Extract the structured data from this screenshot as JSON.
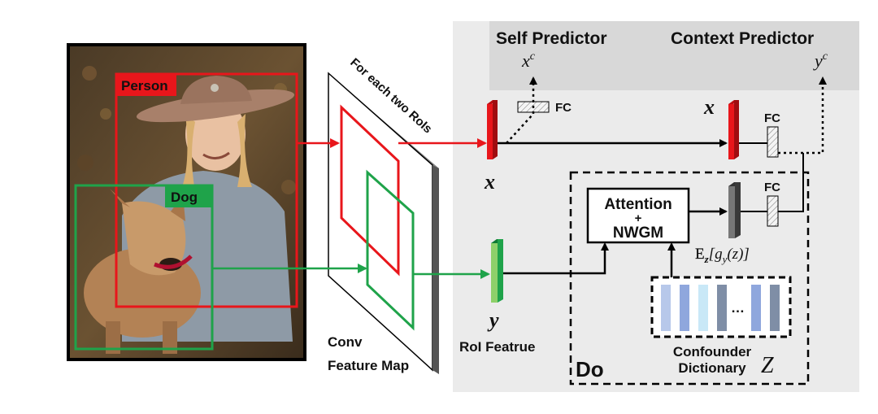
{
  "photo": {
    "person_label": "Person",
    "dog_label": "Dog"
  },
  "conv": {
    "rois_label": "For each two RoIs",
    "label_line1": "Conv",
    "label_line2": "Feature Map"
  },
  "predictors": {
    "self_title": "Self Predictor",
    "context_title": "Context Predictor",
    "self_output": "x",
    "self_output_sup": "c",
    "context_output": "y",
    "context_output_sup": "c",
    "fc": "FC"
  },
  "features": {
    "x_label": "x",
    "y_label": "y",
    "roi_feature_label": "RoI Featrue"
  },
  "do_block": {
    "title": "Do",
    "attention_line1": "Attention",
    "attention_line2": "+",
    "attention_line3": "NWGM",
    "expectation_E": "E",
    "expectation_sub": "z",
    "expectation_rest": "[g",
    "expectation_sub2": "y",
    "expectation_end": "(z)]",
    "dictionary_ellipsis": "…",
    "dictionary_line1": "Confounder",
    "dictionary_line2": "Dictionary",
    "dictionary_symbol": "Z"
  },
  "colors": {
    "red": "#e8161b",
    "green": "#1fa34a",
    "panel": "#ebebeb",
    "predictor_band": "#d8d8d8"
  }
}
